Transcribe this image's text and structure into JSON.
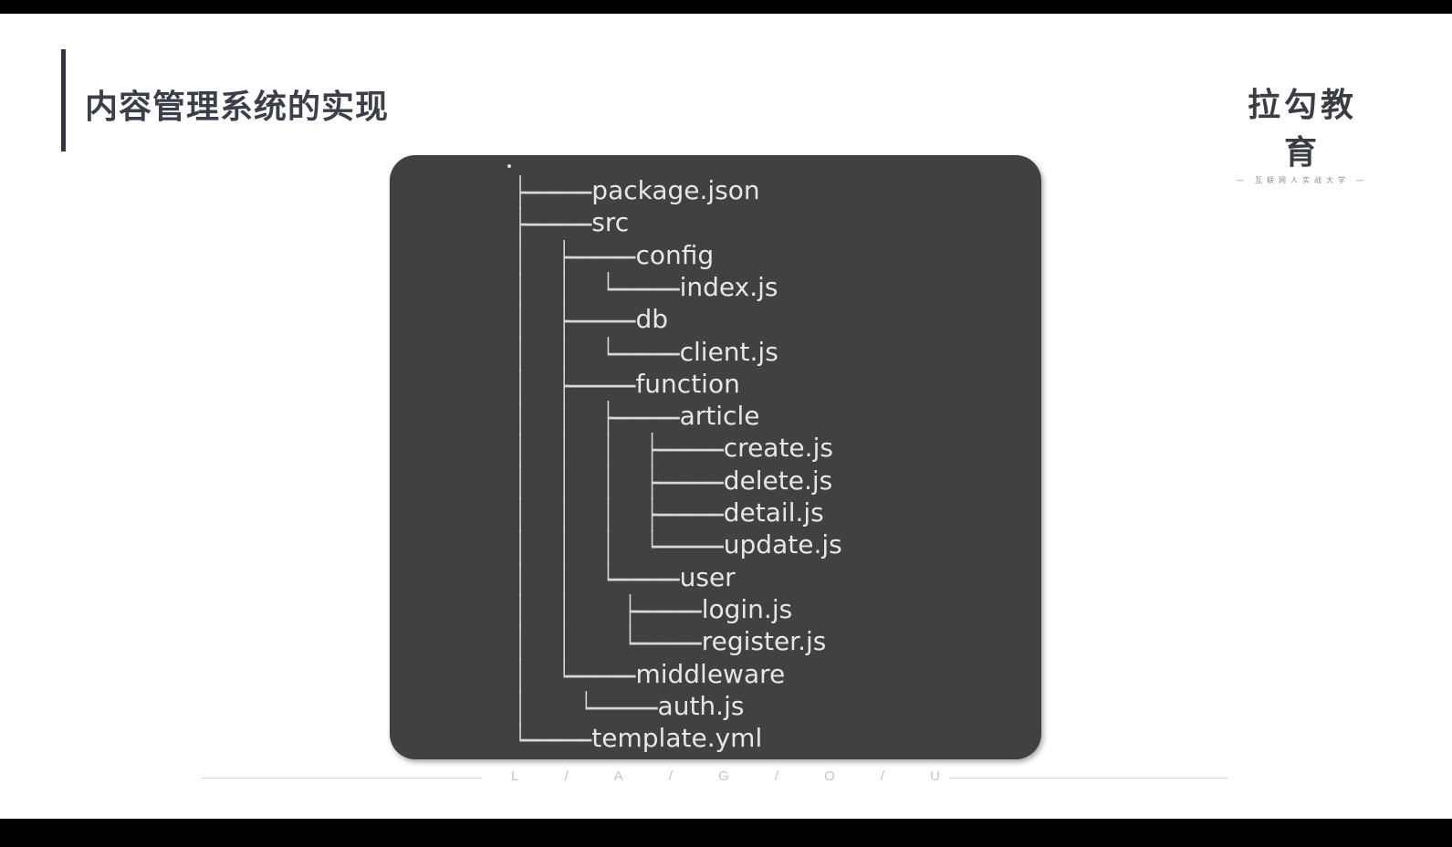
{
  "title": "内容管理系统的实现",
  "logo": {
    "main": "拉勾教育",
    "sub": "— 互联网人实战大学 —"
  },
  "tree": {
    "root": "•",
    "rows": [
      {
        "prefix": "├──────",
        "name": "package.json"
      },
      {
        "prefix": "├──────",
        "name": "src"
      },
      {
        "prefix": "│   ├──────",
        "name": "config"
      },
      {
        "prefix": "│   │   └──────",
        "name": "index.js"
      },
      {
        "prefix": "│   ├──────",
        "name": "db"
      },
      {
        "prefix": "│   │   └──────",
        "name": "client.js"
      },
      {
        "prefix": "│   ├──────",
        "name": "function"
      },
      {
        "prefix": "│   │   ├──────",
        "name": "article"
      },
      {
        "prefix": "│   │   │   ├──────",
        "name": "create.js"
      },
      {
        "prefix": "│   │   │   ├──────",
        "name": "delete.js"
      },
      {
        "prefix": "│   │   │   ├──────",
        "name": "detail.js"
      },
      {
        "prefix": "│   │   │   └──────",
        "name": "update.js"
      },
      {
        "prefix": "│   │   └──────",
        "name": "user"
      },
      {
        "prefix": "│   │     ├──────",
        "name": "login.js"
      },
      {
        "prefix": "│   │     └──────",
        "name": "register.js"
      },
      {
        "prefix": "│   └──────",
        "name": "middleware"
      },
      {
        "prefix": "│     └──────",
        "name": "auth.js"
      },
      {
        "prefix": "└──────",
        "name": "template.yml"
      }
    ]
  },
  "footer": {
    "letters": [
      "L",
      "/",
      "A",
      "/",
      "G",
      "/",
      "O",
      "/",
      "U"
    ]
  }
}
